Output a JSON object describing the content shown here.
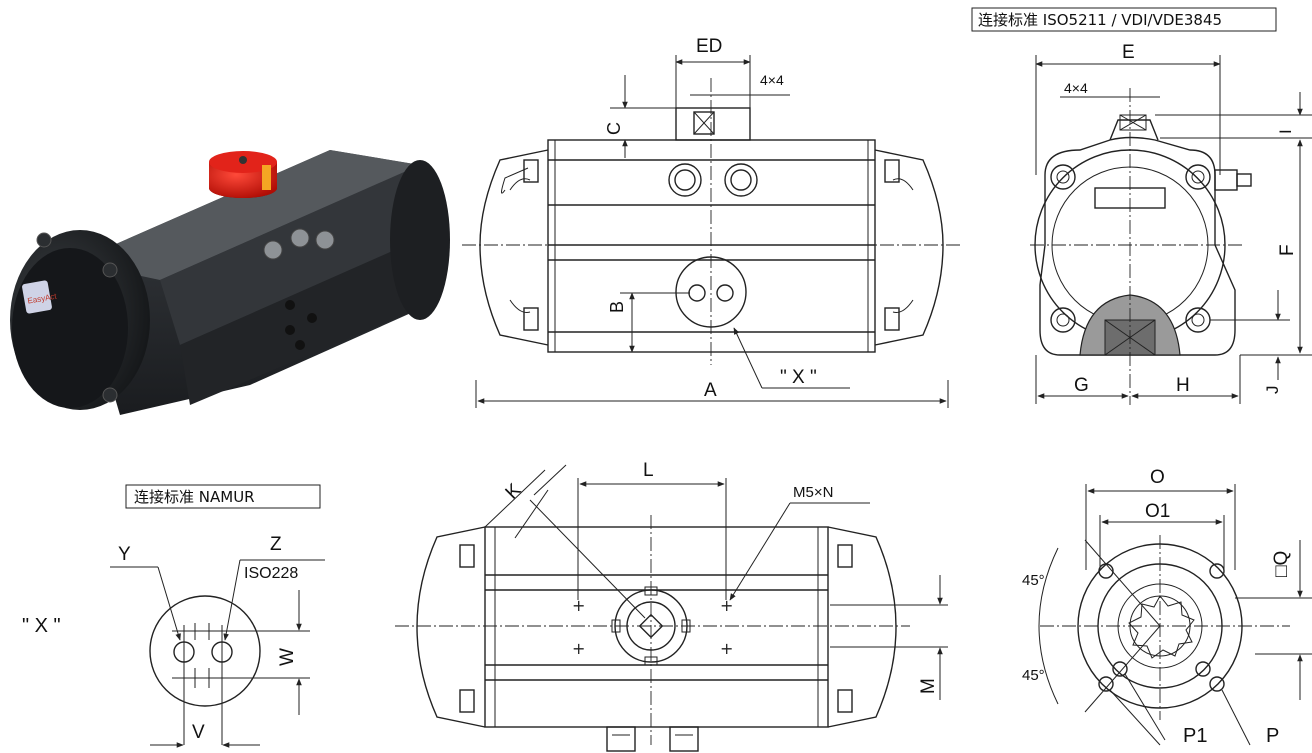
{
  "photo": {
    "badge_text": "EasyAct"
  },
  "front_view": {
    "labels": {
      "ED": "ED",
      "square": "4×4",
      "C": "C",
      "B": "B",
      "A": "A",
      "X": "\" X \""
    }
  },
  "side_view": {
    "standard": "连接标准 ISO5211 / VDI/VDE3845",
    "labels": {
      "E": "E",
      "square": "4×4",
      "I": "I",
      "F": "F",
      "G": "G",
      "H": "H",
      "J": "J"
    }
  },
  "namur_view": {
    "standard": "连接标准 NAMUR",
    "labels": {
      "X": "\" X \"",
      "Y": "Y",
      "Z": "Z",
      "iso": "ISO228",
      "W": "W",
      "V": "V"
    }
  },
  "bottom_view": {
    "labels": {
      "K": "K",
      "L": "L",
      "thread": "M5×N",
      "M": "M"
    }
  },
  "flange_view": {
    "labels": {
      "O": "O",
      "O1": "O1",
      "Q": "□Q",
      "angle_top": "45°",
      "angle_bottom": "45°",
      "P1": "P1",
      "P": "P"
    }
  }
}
